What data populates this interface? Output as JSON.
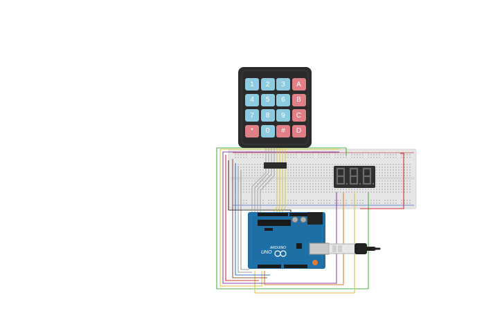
{
  "keypad": {
    "keys": [
      "1",
      "2",
      "3",
      "A",
      "4",
      "5",
      "6",
      "B",
      "7",
      "8",
      "9",
      "C",
      "*",
      "0",
      "#",
      "D"
    ],
    "key_types": [
      "num",
      "num",
      "num",
      "letter",
      "num",
      "num",
      "num",
      "letter",
      "num",
      "num",
      "num",
      "letter",
      "letter",
      "num",
      "letter",
      "letter"
    ],
    "colors": {
      "body": "#2b2b2b",
      "num_key": "#8ecbe0",
      "letter_key": "#e07f86"
    }
  },
  "display": {
    "digits": [
      "8",
      "8",
      "8"
    ],
    "segment_color": "#5a5a5a"
  },
  "arduino": {
    "logo_text": "ARDUINO",
    "model_text": "UNO",
    "board_color": "#1e6fa5"
  },
  "breadboard": {
    "color": "#e6e6e6"
  },
  "wire_colors": {
    "green": "#4caf50",
    "yellow": "#d8c23a",
    "purple": "#8e44ad",
    "red": "#d32f2f",
    "gray": "#9e9e9e",
    "black": "#333333",
    "orange": "#e07b39",
    "brown": "#8d5a3b",
    "blue": "#3b6fd6"
  }
}
